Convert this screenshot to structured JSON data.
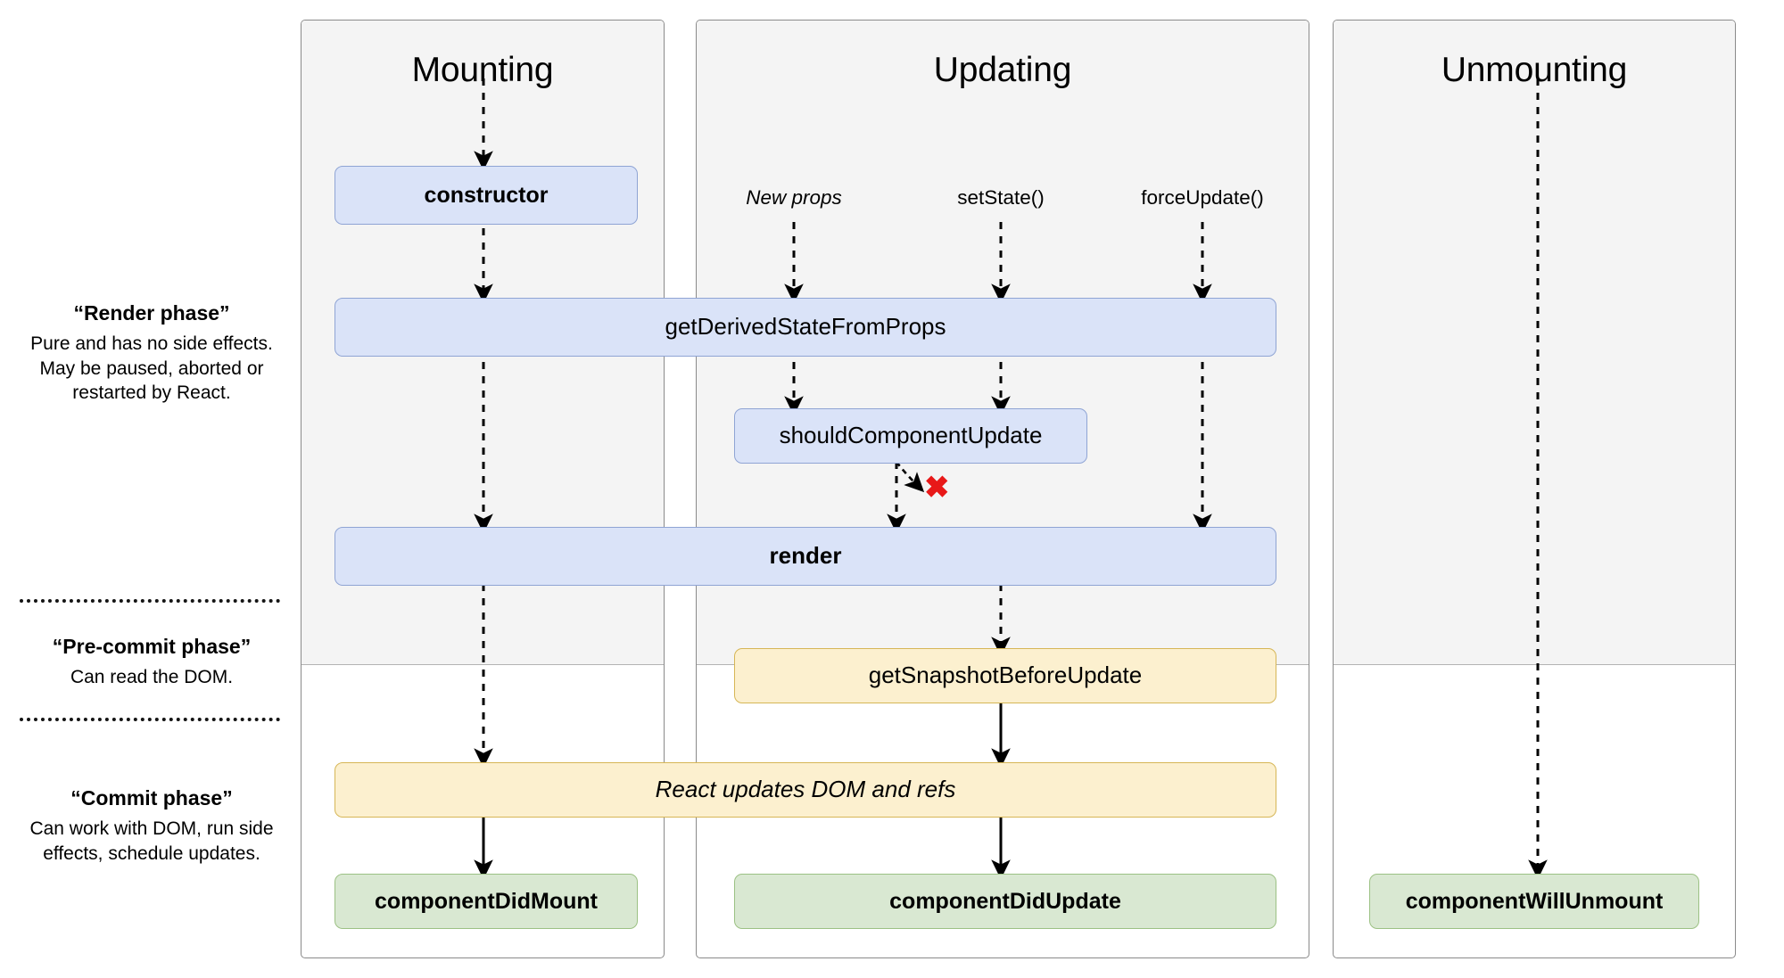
{
  "diagram": {
    "title": "React Component Lifecycle Diagram",
    "columns": [
      {
        "id": "mounting",
        "title": "Mounting"
      },
      {
        "id": "updating",
        "title": "Updating"
      },
      {
        "id": "unmounting",
        "title": "Unmounting"
      }
    ],
    "phase_labels": [
      {
        "id": "render-phase",
        "heading": "“Render phase”",
        "body": "Pure and has no side effects. May be paused, aborted or restarted by React."
      },
      {
        "id": "pre-commit-phase",
        "heading": "“Pre-commit phase”",
        "body": "Can read the DOM."
      },
      {
        "id": "commit-phase",
        "heading": "“Commit phase”",
        "body": "Can work with DOM, run side effects, schedule updates."
      }
    ],
    "triggers": [
      {
        "id": "new-props",
        "label": "New props",
        "style": "italic"
      },
      {
        "id": "set-state",
        "label": "setState()",
        "style": "normal"
      },
      {
        "id": "force-update",
        "label": "forceUpdate()",
        "style": "normal"
      }
    ],
    "nodes": [
      {
        "id": "constructor",
        "label": "constructor",
        "color": "blue",
        "weight": "bold",
        "column": "mounting"
      },
      {
        "id": "get-derived-state-from-props",
        "label": "getDerivedStateFromProps",
        "color": "blue",
        "weight": "normal",
        "column": "updating"
      },
      {
        "id": "should-component-update",
        "label": "shouldComponentUpdate",
        "color": "blue",
        "weight": "normal",
        "column": "updating"
      },
      {
        "id": "render",
        "label": "render",
        "color": "blue",
        "weight": "bold",
        "column": "mounting+updating"
      },
      {
        "id": "get-snapshot-before-update",
        "label": "getSnapshotBeforeUpdate",
        "color": "yellow",
        "weight": "normal",
        "column": "updating"
      },
      {
        "id": "react-updates-dom-and-refs",
        "label": "React updates DOM and refs",
        "color": "yellow",
        "weight": "italic",
        "column": "mounting+updating"
      },
      {
        "id": "component-did-mount",
        "label": "componentDidMount",
        "color": "green",
        "weight": "bold",
        "column": "mounting"
      },
      {
        "id": "component-did-update",
        "label": "componentDidUpdate",
        "color": "green",
        "weight": "bold",
        "column": "updating"
      },
      {
        "id": "component-will-unmount",
        "label": "componentWillUnmount",
        "color": "green",
        "weight": "bold",
        "column": "unmounting"
      }
    ],
    "annotations": [
      {
        "id": "abort-marker",
        "symbol": "✖",
        "meaning": "shouldComponentUpdate returns false — update aborted",
        "color": "#e81818"
      }
    ],
    "colors": {
      "blue_fill": "#dae3f8",
      "blue_border": "#8fa4d4",
      "yellow_fill": "#fcf0cf",
      "yellow_border": "#d6b656",
      "green_fill": "#d9e8d2",
      "green_border": "#9cc184",
      "panel_header_bg": "#f4f4f4",
      "panel_border": "#8a8a8a",
      "abort_red": "#e81818"
    }
  }
}
